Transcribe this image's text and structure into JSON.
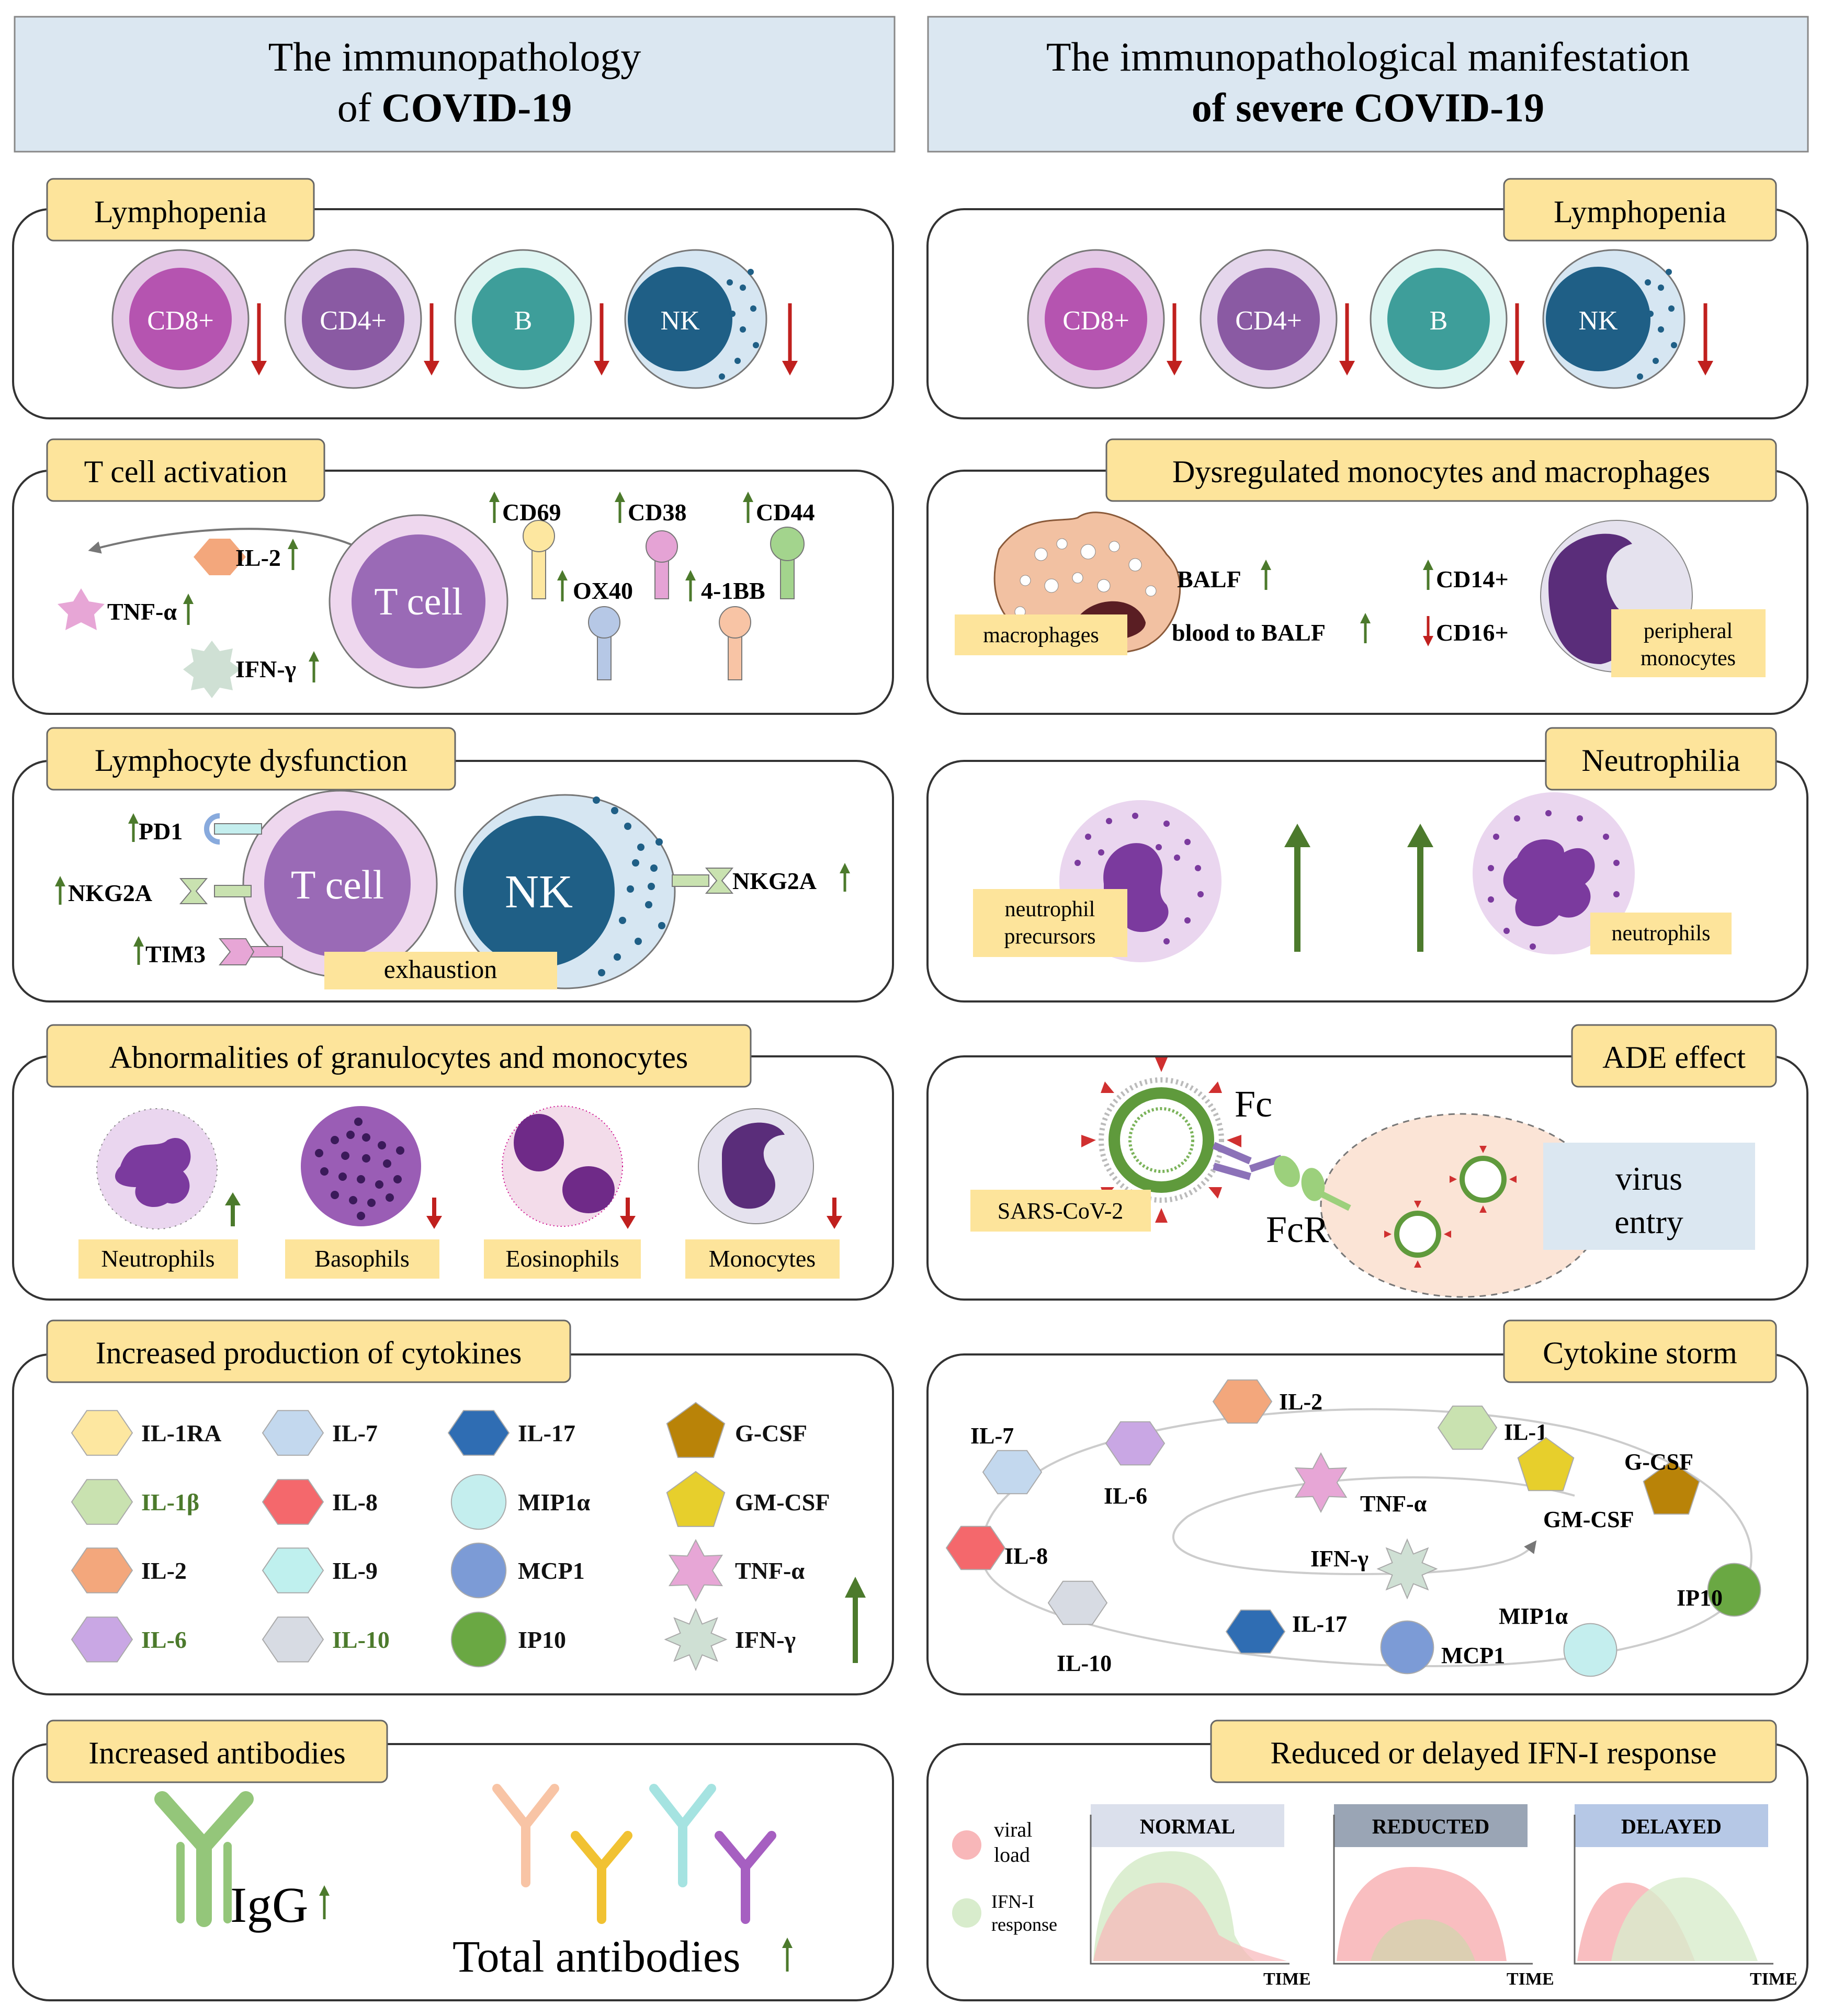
{
  "colors": {
    "header_bg": "#dbe7f1",
    "label_bg": "#fde49b",
    "cd8": "#b554b0",
    "cd8_halo": "#e4c8e6",
    "cd4": "#8a5aa3",
    "cd4_halo": "#e5d6ec",
    "b": "#3e9e9a",
    "b_halo": "#dff5f2",
    "nk": "#1f5f86",
    "nk_halo": "#d6e6f2",
    "arrow_up": "#4c7a2c",
    "arrow_down": "#c0201e",
    "tcell": "#9a6ab6",
    "tcell_halo": "#eed7ee"
  },
  "left": {
    "title_line1": "The immunopathology",
    "title_line2_pre": "of ",
    "title_line2_bold": "COVID-19",
    "lymphopenia": {
      "label": "Lymphopenia",
      "cells": [
        "CD8+",
        "CD4+",
        "B",
        "NK"
      ]
    },
    "tcell_activation": {
      "label": "T cell activation",
      "cell": "T cell",
      "cytokines": [
        "IL-2",
        "TNF-α",
        "IFN-γ"
      ],
      "markers": [
        "CD69",
        "CD38",
        "CD44",
        "OX40",
        "4-1BB"
      ]
    },
    "dysfunction": {
      "label": "Lymphocyte dysfunction",
      "tcell": "T cell",
      "nk": "NK",
      "exhaustion": "exhaustion",
      "receptors": [
        "PD1",
        "NKG2A",
        "TIM3",
        "NKG2A"
      ]
    },
    "granulocytes": {
      "label": "Abnormalities of granulocytes and monocytes",
      "cells": [
        "Neutrophils",
        "Basophils",
        "Eosinophils",
        "Monocytes"
      ]
    },
    "cytokines": {
      "label": "Increased production of cytokines",
      "items": [
        {
          "name": "IL-1RA",
          "color": "#fde7a0",
          "shape": "hex",
          "green": false
        },
        {
          "name": "IL-7",
          "color": "#c3d8ee",
          "shape": "hex",
          "green": false
        },
        {
          "name": "IL-17",
          "color": "#2f6db3",
          "shape": "hex",
          "green": false
        },
        {
          "name": "G-CSF",
          "color": "#b98308",
          "shape": "pent",
          "green": false
        },
        {
          "name": "IL-1β",
          "color": "#c9e2b0",
          "shape": "hex",
          "green": true
        },
        {
          "name": "IL-8",
          "color": "#f4686c",
          "shape": "hex",
          "green": false
        },
        {
          "name": "MIP1α",
          "color": "#c4eeee",
          "shape": "circle",
          "green": false
        },
        {
          "name": "GM-CSF",
          "color": "#e7cf2c",
          "shape": "pent",
          "green": false
        },
        {
          "name": "IL-2",
          "color": "#f3a77c",
          "shape": "hex",
          "green": false
        },
        {
          "name": "IL-9",
          "color": "#bff0ee",
          "shape": "hex",
          "green": false
        },
        {
          "name": "MCP1",
          "color": "#7c9bd6",
          "shape": "circle",
          "green": false
        },
        {
          "name": "TNF-α",
          "color": "#e7a6d6",
          "shape": "star",
          "green": false
        },
        {
          "name": "IL-6",
          "color": "#c9a7e4",
          "shape": "hex",
          "green": true
        },
        {
          "name": "IL-10",
          "color": "#d7dbe3",
          "shape": "hex",
          "green": true
        },
        {
          "name": "IP10",
          "color": "#6aa843",
          "shape": "circle",
          "green": false
        },
        {
          "name": "IFN-γ",
          "color": "#cfe0d4",
          "shape": "star8",
          "green": false
        }
      ]
    },
    "antibodies": {
      "label": "Increased antibodies",
      "igg": "IgG",
      "total": "Total antibodies"
    }
  },
  "right": {
    "title_line1": "The immunopathological manifestation",
    "title_line2_bold": "of severe COVID-19",
    "lymphopenia": {
      "label": "Lymphopenia",
      "cells": [
        "CD8+",
        "CD4+",
        "B",
        "NK"
      ]
    },
    "monocytes": {
      "label": "Dysregulated monocytes and macrophages",
      "macrophages": "macrophages",
      "balf": "BALF",
      "blood": "blood to BALF",
      "cd14": "CD14+",
      "cd16": "CD16+",
      "peripheral_line1": "peripheral",
      "peripheral_line2": "monocytes"
    },
    "neutrophilia": {
      "label": "Neutrophilia",
      "precursors_line1": "neutrophil",
      "precursors_line2": "precursors",
      "neutrophils": "neutrophils"
    },
    "ade": {
      "label": "ADE effect",
      "fc": "Fc",
      "fcr": "FcR",
      "virus": "SARS-CoV-2",
      "entry_line1": "virus",
      "entry_line2": "entry"
    },
    "storm": {
      "label": "Cytokine storm",
      "items": [
        "IL-2",
        "IL-1",
        "IL-7",
        "IL-6",
        "TNF-α",
        "G-CSF",
        "GM-CSF",
        "IL-8",
        "IFN-γ",
        "IP10",
        "IL-17",
        "MIP1α",
        "IL-10",
        "MCP1"
      ]
    },
    "ifn": {
      "label": "Reduced or delayed IFN-I response",
      "legend_viral_line1": "viral",
      "legend_viral_line2": "load",
      "legend_ifn_line1": "IFN-I",
      "legend_ifn_line2": "response",
      "panels": [
        "NORMAL",
        "REDUCTED",
        "DELAYED"
      ],
      "time": "TIME"
    }
  }
}
